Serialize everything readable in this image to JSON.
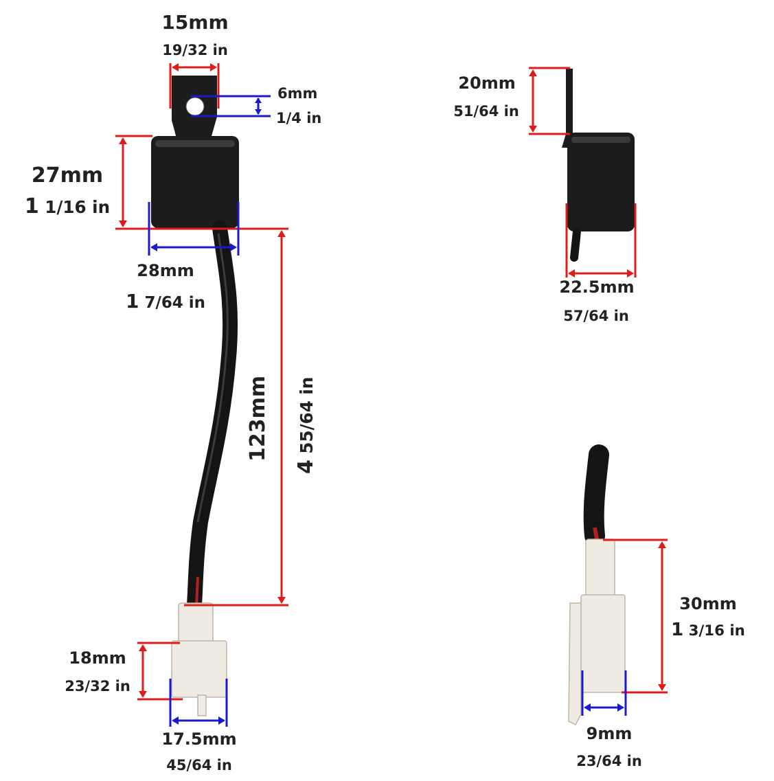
{
  "colors": {
    "red": "#e01b1b",
    "blue": "#1a1acc",
    "plastic": "#1c1c1c",
    "connector": "#efebe2",
    "text": "#222222"
  },
  "left_part": {
    "tab_width": {
      "mm": "15mm",
      "in": "19/32 in"
    },
    "hole": {
      "mm": "6mm",
      "in": "1/4 in"
    },
    "body_height": {
      "mm": "27mm",
      "in_whole": "1",
      "in_frac": " 1/16 in"
    },
    "body_width": {
      "mm": "28mm",
      "in_whole": "1",
      "in_frac": " 7/64 in"
    },
    "cable_length": {
      "mm": "123mm",
      "in_whole": "4",
      "in_frac": " 55/64  in"
    },
    "plug_height": {
      "mm": "18mm",
      "in": "23/32 in"
    },
    "plug_width": {
      "mm": "17.5mm",
      "in": "45/64 in"
    }
  },
  "right_top": {
    "tab_height": {
      "mm": "20mm",
      "in": "51/64 in"
    },
    "body_depth": {
      "mm": "22.5mm",
      "in": "57/64 in"
    }
  },
  "right_bottom": {
    "connector_length": {
      "mm": "30mm",
      "in_whole": "1",
      "in_frac": " 3/16 in"
    },
    "connector_width": {
      "mm": "9mm",
      "in": "23/64 in"
    }
  }
}
